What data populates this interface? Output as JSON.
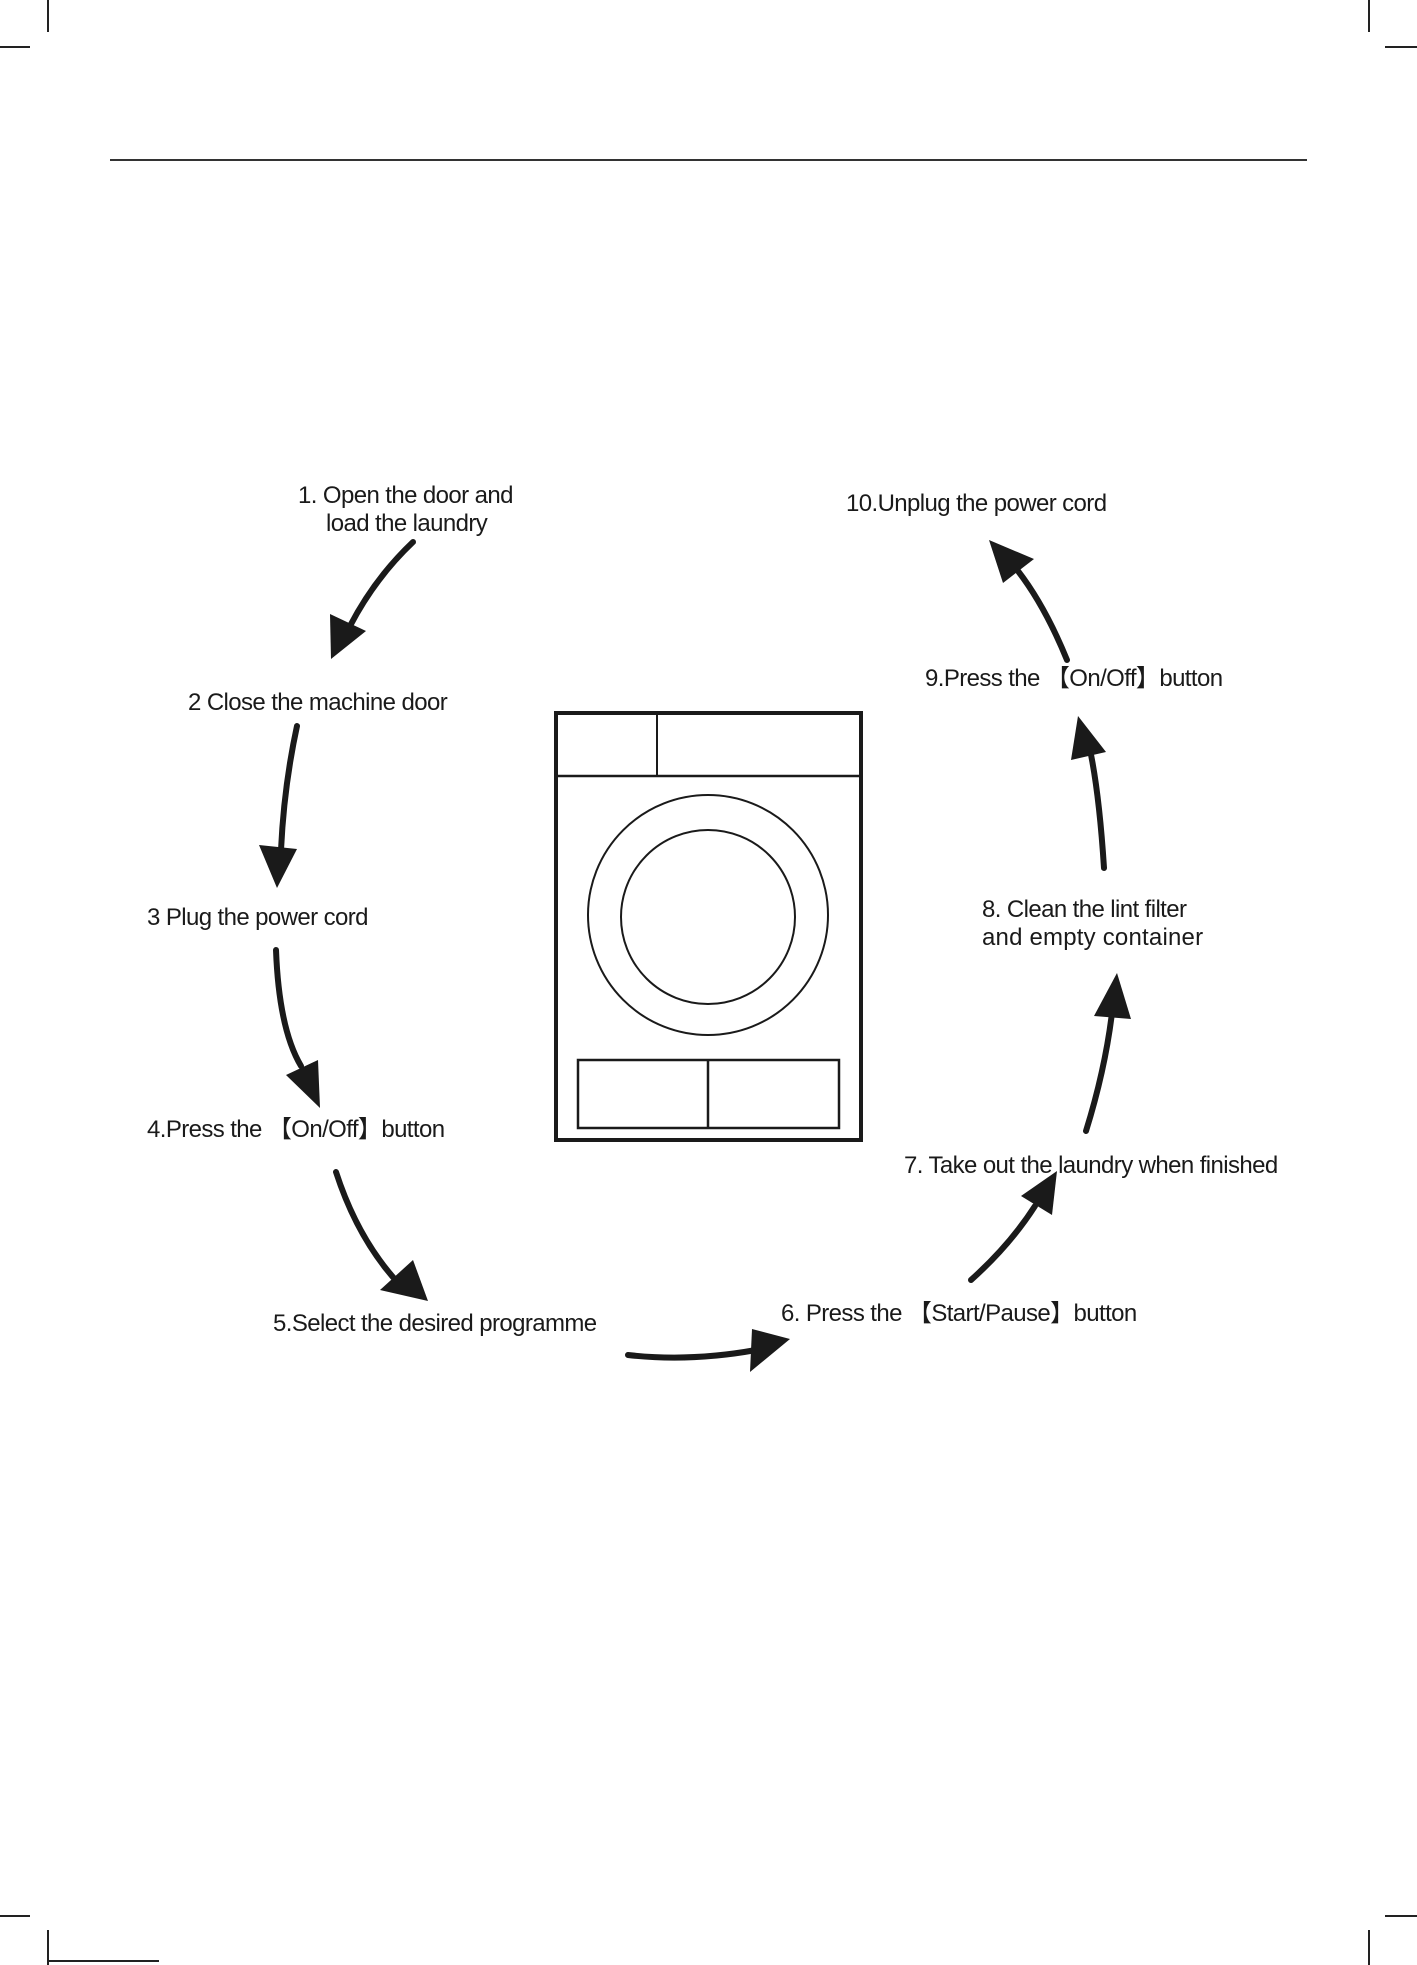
{
  "steps": [
    {
      "id": 1,
      "lines": [
        "1. Open the door and",
        "load the laundry"
      ]
    },
    {
      "id": 2,
      "lines": [
        "2 Close the machine door"
      ]
    },
    {
      "id": 3,
      "lines": [
        "3 Plug the power cord"
      ]
    },
    {
      "id": 4,
      "lines": [
        "4.Press the 【On/Off】button"
      ]
    },
    {
      "id": 5,
      "lines": [
        "5.Select the desired programme"
      ]
    },
    {
      "id": 6,
      "lines": [
        "6. Press the 【Start/Pause】button"
      ]
    },
    {
      "id": 7,
      "lines": [
        "7. Take out the laundry when finished"
      ]
    },
    {
      "id": 8,
      "lines": [
        "8. Clean the lint filter",
        "and empty container"
      ]
    },
    {
      "id": 9,
      "lines": [
        "9.Press the 【On/Off】button"
      ]
    },
    {
      "id": 10,
      "lines": [
        "10.Unplug the power cord"
      ]
    }
  ],
  "illustration": {
    "icon": "tumble-dryer-icon"
  },
  "colors": {
    "ink": "#1a1a1a",
    "background": "#ffffff"
  }
}
